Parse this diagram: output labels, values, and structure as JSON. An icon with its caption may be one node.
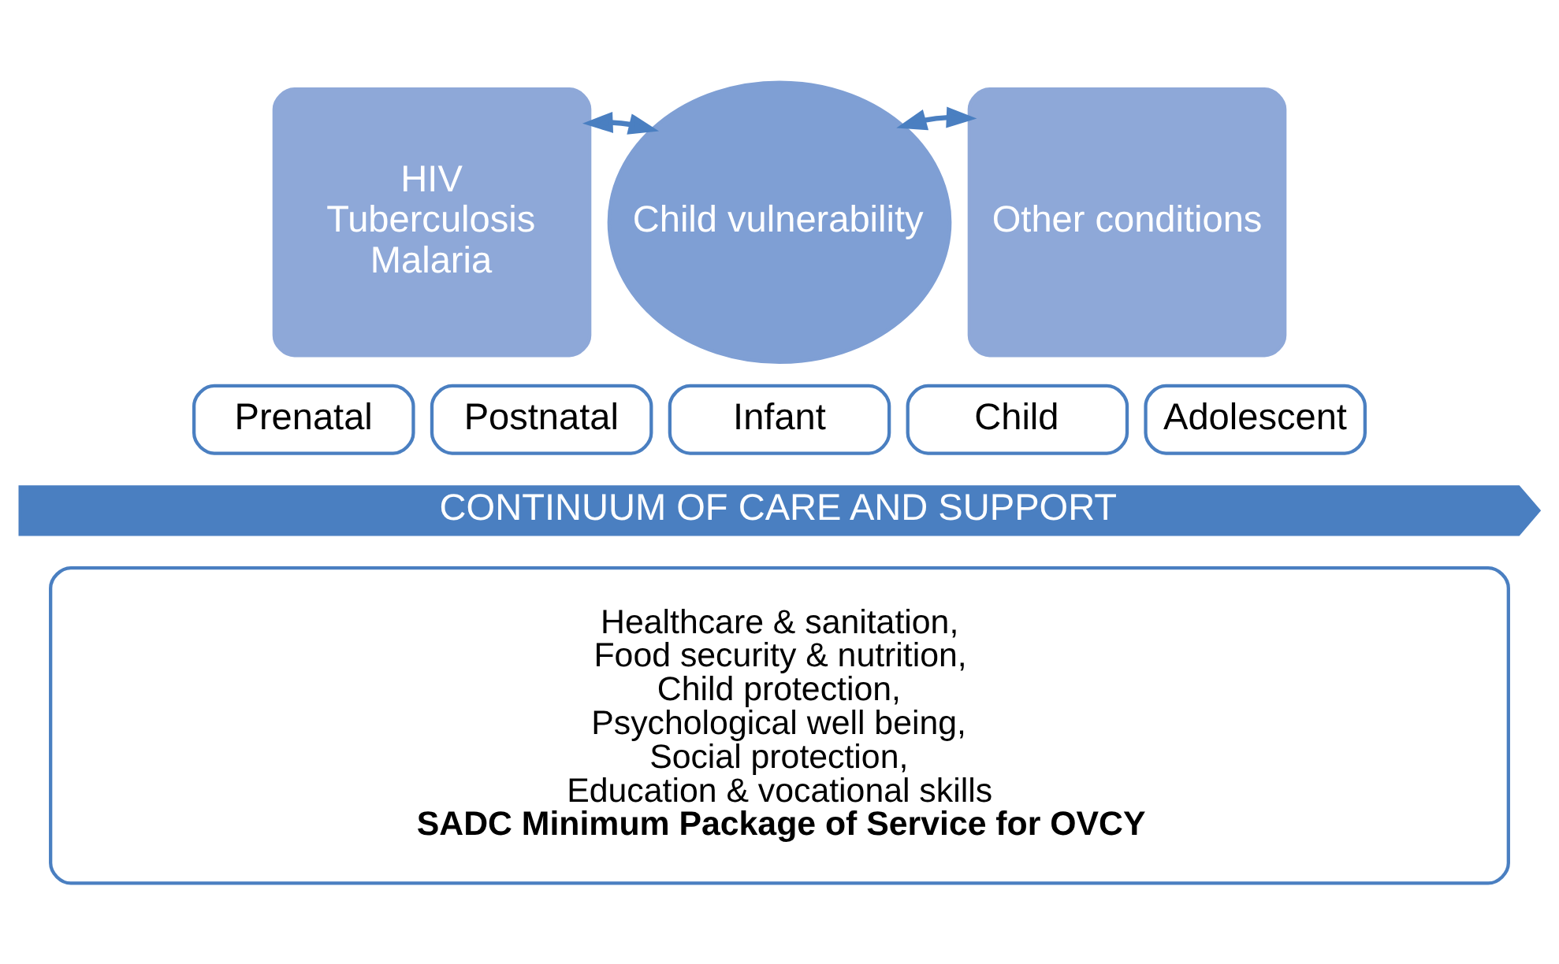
{
  "diagram": {
    "nodes": [
      {
        "text": [
          "HIV",
          "Tuberculosis",
          "Malaria"
        ]
      },
      {
        "text": [
          "Child vulnerability"
        ]
      },
      {
        "text": [
          "Other conditions"
        ]
      },
      {
        "text": [
          "Prenatal"
        ]
      },
      {
        "text": [
          "Postnatal"
        ]
      },
      {
        "text": [
          "Infant"
        ]
      },
      {
        "text": [
          "Child"
        ]
      },
      {
        "text": [
          "Adolescent"
        ]
      },
      {
        "text": [
          "CONTINUUM OF CARE AND SUPPORT"
        ]
      },
      {
        "text": [
          "Healthcare & sanitation,",
          "Food security & nutrition,",
          "Child protection,",
          "Psychological well being,",
          "Social protection,",
          "Education & vocational skills",
          "SADC Minimum Package of Service for OVCY"
        ]
      }
    ],
    "edges": [
      {
        "from": 0,
        "to": 1,
        "arrow": "both"
      },
      {
        "from": 1,
        "to": 2,
        "arrow": "both"
      }
    ]
  }
}
